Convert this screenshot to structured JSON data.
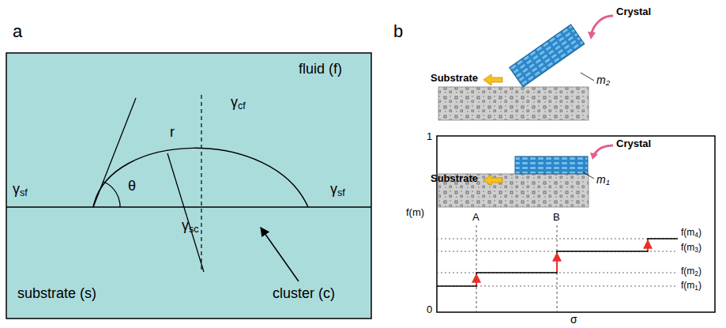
{
  "diagram": {
    "labels": [
      "a",
      "fluid (f)",
      "γcf",
      "r",
      "θ",
      "γsf",
      "γsf",
      "γsc",
      "substrate (s)",
      "cluster (c)",
      "b",
      "Crystal",
      "Substrate",
      "m2",
      "1",
      "Crystal",
      "Substrate",
      "m1",
      "f(m)",
      "A",
      "B",
      "f(m4)",
      "f(m3)",
      "f(m2)",
      "f(m1)",
      "0",
      "σ"
    ]
  }
}
